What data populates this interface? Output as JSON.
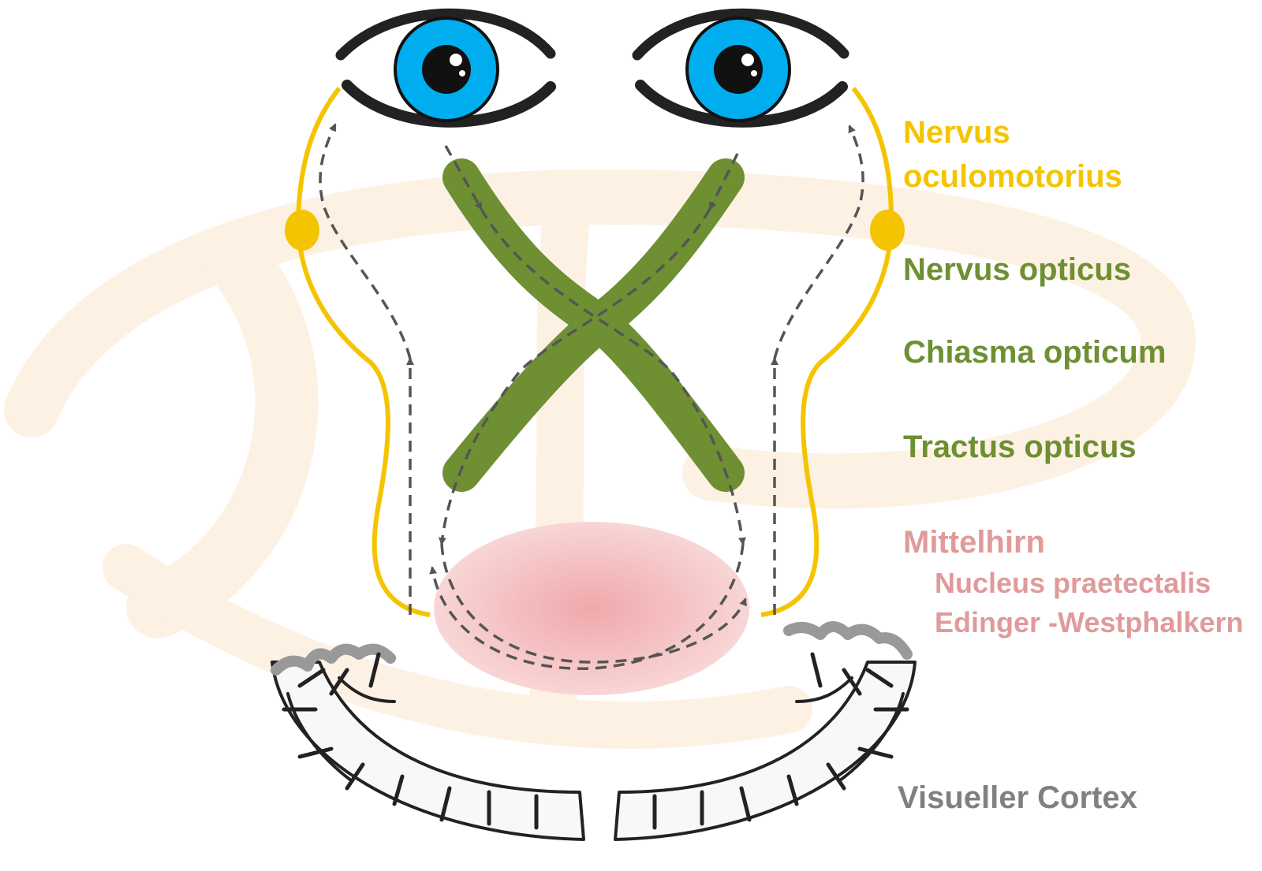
{
  "labels": {
    "oculomotor_line1": "Nervus",
    "oculomotor_line2": "oculomotorius",
    "optic_nerve": "Nervus opticus",
    "chiasm": "Chiasma opticum",
    "optic_tract": "Tractus opticus",
    "midbrain": "Mittelhirn",
    "pretectal_nucleus": "Nucleus praetectalis",
    "edinger_westphal": "Edinger -Westphalkern",
    "visual_cortex": "Visueller Cortex"
  },
  "colors": {
    "oculomotor": "#f5c400",
    "optic": "#6e8f32",
    "midbrain": "#f2b8b8",
    "iris": "#00aeef",
    "pathway": "#555555",
    "watermark": "#fdf1e3"
  }
}
